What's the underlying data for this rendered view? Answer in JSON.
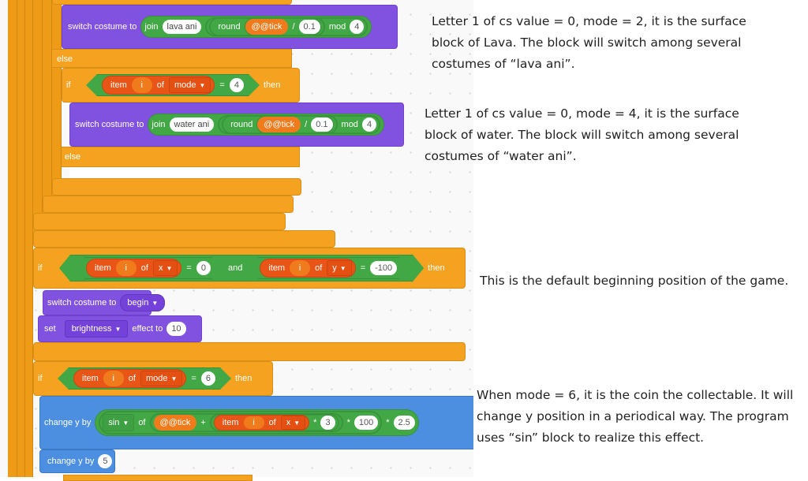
{
  "keywords": {
    "if": "if",
    "then": "then",
    "else": "else",
    "and": "and",
    "join": "join",
    "round": "round",
    "mod": "mod",
    "item": "item",
    "of": "of",
    "eq": "=",
    "div": "/",
    "plus": "+",
    "times": "*",
    "switch_costume_to": "switch costume to",
    "set": "set",
    "effect_to": "effect to",
    "change_y_by": "change y by"
  },
  "blocks": {
    "lava_switch": {
      "join_text": "lava ani",
      "var": "@@tick",
      "divisor": "0.1",
      "mod": "4"
    },
    "if_mode_4": {
      "index_var": "i",
      "list": "mode",
      "value": "4"
    },
    "water_switch": {
      "join_text": "water ani",
      "var": "@@tick",
      "divisor": "0.1",
      "mod": "4"
    },
    "if_begin": {
      "left": {
        "index_var": "i",
        "list": "x",
        "value": "0"
      },
      "right": {
        "index_var": "i",
        "list": "y",
        "value": "-100"
      }
    },
    "switch_begin": {
      "costume": "begin"
    },
    "set_effect": {
      "effect": "brightness",
      "value": "10"
    },
    "if_mode_6": {
      "index_var": "i",
      "list": "mode",
      "value": "6"
    },
    "change_y_sin": {
      "func": "sin",
      "var": "@@tick",
      "index_var": "i",
      "list": "x",
      "mult1": "3",
      "mult2": "100",
      "mult3": "2.5"
    },
    "change_y_5": {
      "value": "5"
    }
  },
  "annotations": [
    "Letter 1 of cs value = 0, mode = 2, it is the surface block of Lava. The block will switch among several costumes of “lava ani”.",
    "Letter 1 of cs value = 0, mode = 4, it is the surface block of water. The block will switch among several costumes of “water ani”.",
    "This is the default beginning position of the game.",
    "When mode = 6, it is the coin the collectable. It will change y position in a periodical way. The program uses “sin” block to realize this effect."
  ],
  "colors": {
    "control": "#f4a21f",
    "looks": "#8151e0",
    "motion": "#4c8fe0",
    "operators": "#42a845",
    "list": "#e85516",
    "variable": "#f07b1c"
  }
}
